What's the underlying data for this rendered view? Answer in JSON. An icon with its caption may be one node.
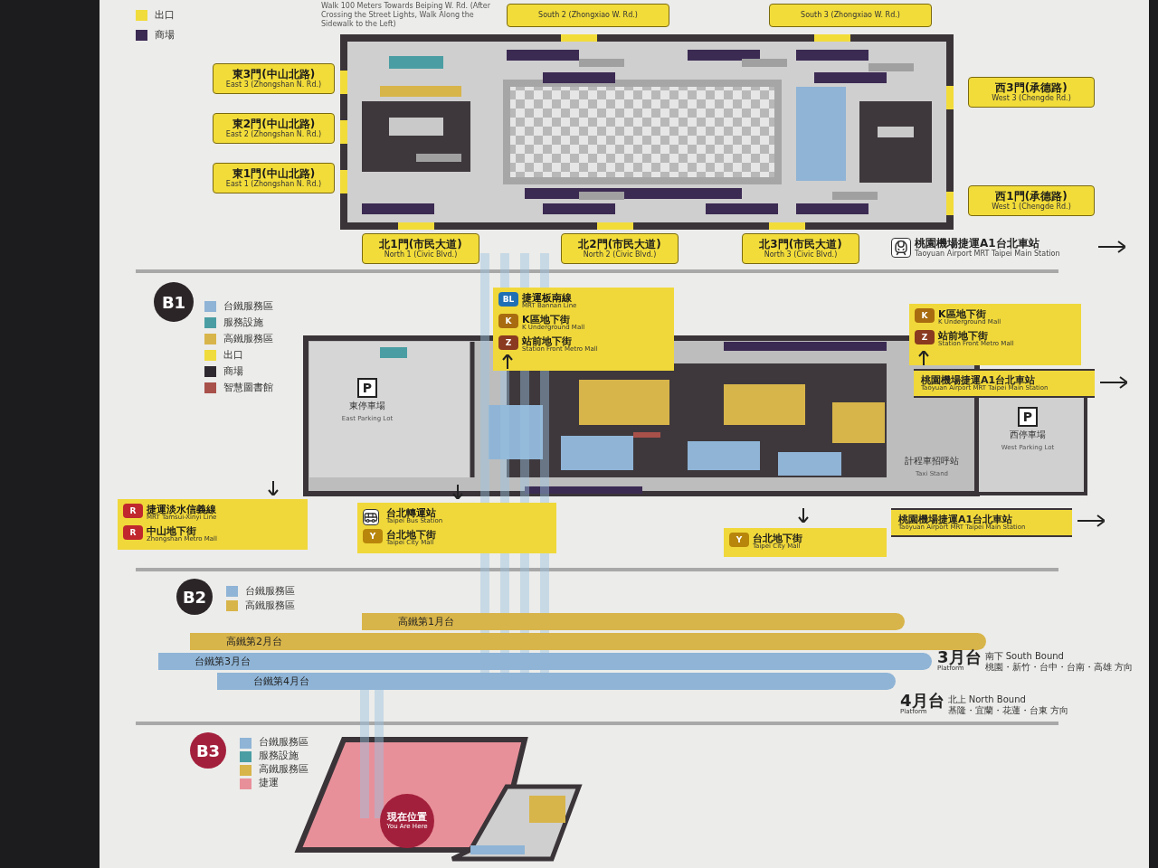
{
  "diagram": {
    "nodes": [
      {
        "text": [
          "東3門(中山北路)",
          "East 3 (Zhongshan N. Rd.)"
        ]
      },
      {
        "text": [
          "東2門(中山北路)",
          "East 2 (Zhongshan N. Rd.)"
        ]
      },
      {
        "text": [
          "東1門(中山北路)",
          "East 1 (Zhongshan N. Rd.)"
        ]
      },
      {
        "text": [
          "北1門(市民大道)",
          "North 1 (Civic Blvd.)"
        ]
      },
      {
        "text": [
          "北2門(市民大道)",
          "North 2 (Civic Blvd.)"
        ]
      },
      {
        "text": [
          "北3門(市民大道)",
          "North 3 (Civic Blvd.)"
        ]
      },
      {
        "text": [
          "西1門(承德路)",
          "West 1 (Chengde Rd.)"
        ]
      },
      {
        "text": [
          "西3門(承德路)",
          "West 3 (Chengde Rd.)"
        ]
      },
      {
        "text": [
          "South 2 (Zhongxiao W. Rd.)"
        ]
      },
      {
        "text": [
          "South 3 (Zhongxiao W. Rd.)"
        ]
      },
      {
        "text": [
          "桃園機場捷運A1台北車站",
          "Taoyuan Airport MRT Taipei Main Station"
        ]
      },
      {
        "text": [
          "捷運板南線",
          "MRT Bannan Line",
          "K區地下街",
          "K Underground Mall",
          "站前地下街",
          "Station Front Metro Mall"
        ]
      },
      {
        "text": [
          "K區地下街",
          "K Underground Mall",
          "站前地下街",
          "Station Front Metro Mall"
        ]
      },
      {
        "text": [
          "捷運淡水信義線",
          "MRT Tamsui-Xinyi Line",
          "中山地下街",
          "Zhongshan Metro Mall"
        ]
      },
      {
        "text": [
          "台北轉運站",
          "Taipei Bus Station",
          "台北地下街",
          "Taipei City Mall"
        ]
      },
      {
        "text": [
          "台北地下街",
          "Taipei City Mall"
        ]
      },
      {
        "text": [
          "桃園機場捷運A1台北車站",
          "Taoyuan Airport MRT Taipei Main Station"
        ]
      },
      {
        "text": [
          "桃園機場捷運A1台北車站",
          "Taoyuan Airport MRT Taipei Main Station"
        ]
      },
      {
        "text": [
          "高鐵第1月台"
        ]
      },
      {
        "text": [
          "高鐵第2月台"
        ]
      },
      {
        "text": [
          "台鐵第3月台"
        ],
        "beside": [
          "3月台",
          "Platform",
          "南下 South Bound",
          "桃園・新竹・台中・台南・高雄 方向"
        ]
      },
      {
        "text": [
          "台鐵第4月台"
        ],
        "beside": [
          "4月台",
          "Platform",
          "北上 North Bound",
          "基隆・宜蘭・花蓮・台東 方向"
        ]
      },
      {
        "text": [
          "現在位置",
          "You Are Here"
        ]
      }
    ],
    "labels": [
      "Walk 100 Meters Towards Beiping W. Rd. (After Crossing the Street Lights, Walk Along the Sidewalk to the Left)",
      "B1",
      "BL",
      "K",
      "Z",
      "K",
      "Z",
      "P",
      "東停車場",
      "East Parking Lot",
      "P",
      "西停車場",
      "West Parking Lot",
      "R",
      "R",
      "Y",
      "計程車招呼站",
      "Taxi Stand",
      "Y",
      "B2",
      "B3"
    ],
    "legend": [
      {
        "text": "出口",
        "color": "#f0dc3c"
      },
      {
        "text": "商場",
        "color": "#3b2a52"
      },
      {
        "text": "台鐵服務區",
        "color": "#8fb4d6"
      },
      {
        "text": "服務設施",
        "color": "#4a9ea3"
      },
      {
        "text": "高鐵服務區",
        "color": "#d8b54a"
      },
      {
        "text": "出口",
        "color": "#f0dc3c"
      },
      {
        "text": "商場",
        "color": "#2e2830"
      },
      {
        "text": "智慧圖書館",
        "color": "#a8504a"
      },
      {
        "text": "台鐵服務區",
        "color": "#8fb4d6"
      },
      {
        "text": "高鐵服務區",
        "color": "#d8b54a"
      },
      {
        "text": "台鐵服務區",
        "color": "#8fb4d6"
      },
      {
        "text": "服務設施",
        "color": "#4a9ea3"
      },
      {
        "text": "高鐵服務區",
        "color": "#d8b54a"
      },
      {
        "text": "捷運",
        "color": "#e8909a"
      }
    ]
  }
}
